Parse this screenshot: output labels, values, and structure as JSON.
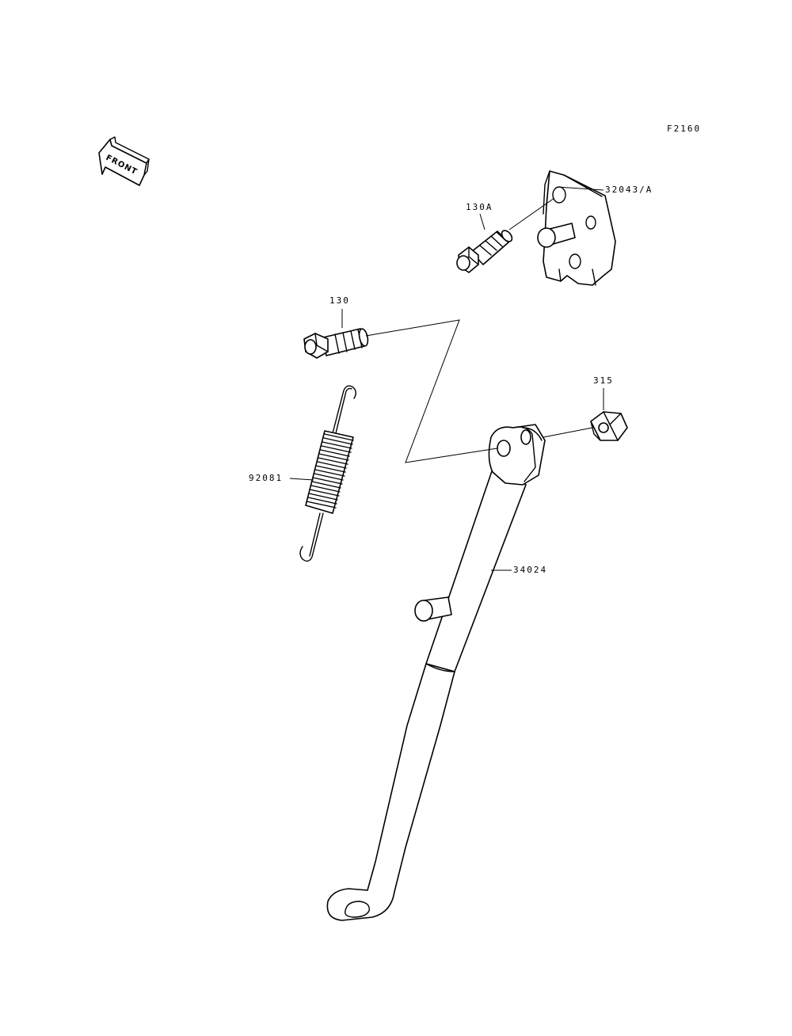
{
  "figure_code": "F2160",
  "front_indicator": "FRONT",
  "callouts": {
    "bracket": "32043/A",
    "bolt_a": "130A",
    "bolt": "130",
    "nut": "315",
    "spring": "92081",
    "side_stand": "34024"
  }
}
